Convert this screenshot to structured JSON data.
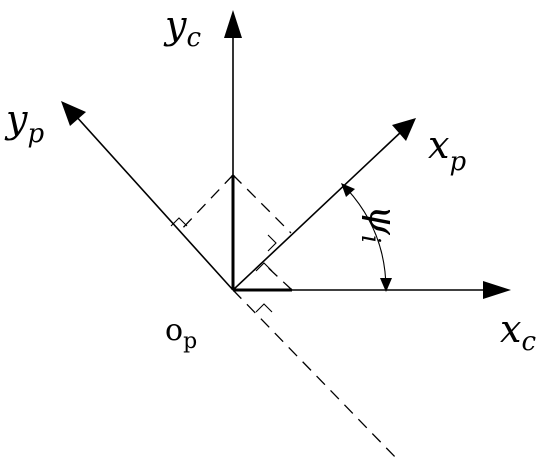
{
  "labels": {
    "yc": {
      "main": "y",
      "sub": "c"
    },
    "yp": {
      "main": "y",
      "sub": "p"
    },
    "xp": {
      "main": "x",
      "sub": "p"
    },
    "xc": {
      "main": "x",
      "sub": "c"
    },
    "op": {
      "main": "o",
      "sub": "p"
    },
    "psi": {
      "main": "ψ",
      "sub": "i"
    }
  }
}
